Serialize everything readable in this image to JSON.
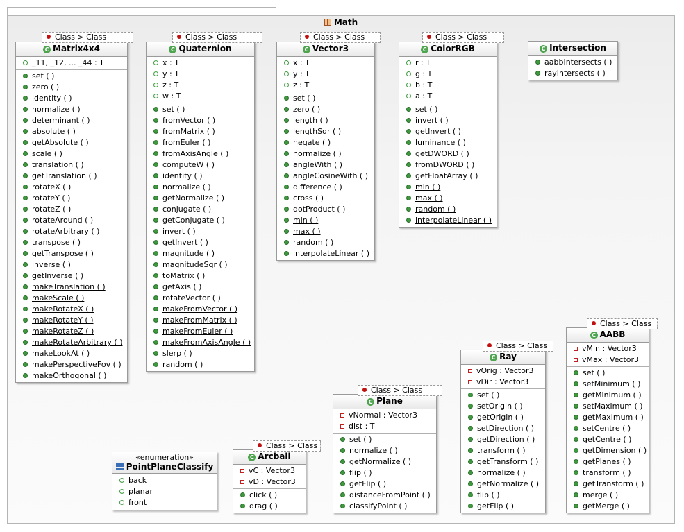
{
  "package": {
    "name": "Math"
  },
  "classes": [
    {
      "id": "matrix4x4",
      "name": "Matrix4x4",
      "stereotype": "Class > Class",
      "attributes": [
        {
          "text": "_11, _12, ... _44 : T",
          "vis": "pkgv"
        }
      ],
      "methods": [
        {
          "text": "set ( )"
        },
        {
          "text": "zero ( )"
        },
        {
          "text": "identity ( )"
        },
        {
          "text": "normalize ( )"
        },
        {
          "text": "determinant ( )"
        },
        {
          "text": "absolute ( )"
        },
        {
          "text": "getAbsolute ( )"
        },
        {
          "text": "scale ( )"
        },
        {
          "text": "translation ( )"
        },
        {
          "text": "getTranslation ( )"
        },
        {
          "text": "rotateX ( )"
        },
        {
          "text": "rotateY ( )"
        },
        {
          "text": "rotateZ ( )"
        },
        {
          "text": "rotateAround ( )"
        },
        {
          "text": "rotateArbitrary ( )"
        },
        {
          "text": "transpose ( )"
        },
        {
          "text": "getTranspose ( )"
        },
        {
          "text": "inverse ( )"
        },
        {
          "text": "getInverse ( )"
        },
        {
          "text": "makeTranslation ( )",
          "u": true
        },
        {
          "text": "makeScale ( )",
          "u": true
        },
        {
          "text": "makeRotateX ( )",
          "u": true
        },
        {
          "text": "makeRotateY ( )",
          "u": true
        },
        {
          "text": "makeRotateZ ( )",
          "u": true
        },
        {
          "text": "makeRotateArbitrary ( )",
          "u": true
        },
        {
          "text": "makeLookAt ( )",
          "u": true
        },
        {
          "text": "makePerspectiveFov ( )",
          "u": true
        },
        {
          "text": "makeOrthogonal ( )",
          "u": true
        }
      ]
    },
    {
      "id": "quaternion",
      "name": "Quaternion",
      "stereotype": "Class > Class",
      "attributes": [
        {
          "text": "x : T",
          "vis": "pkgv"
        },
        {
          "text": "y : T",
          "vis": "pkgv"
        },
        {
          "text": "z : T",
          "vis": "pkgv"
        },
        {
          "text": "w : T",
          "vis": "pkgv"
        }
      ],
      "methods": [
        {
          "text": "set ( )"
        },
        {
          "text": "fromVector ( )"
        },
        {
          "text": "fromMatrix ( )"
        },
        {
          "text": "fromEuler ( )"
        },
        {
          "text": "fromAxisAngle ( )"
        },
        {
          "text": "computeW ( )"
        },
        {
          "text": "identity ( )"
        },
        {
          "text": "normalize ( )"
        },
        {
          "text": "getNormalize ( )"
        },
        {
          "text": "conjugate ( )"
        },
        {
          "text": "getConjugate ( )"
        },
        {
          "text": "invert ( )"
        },
        {
          "text": "getInvert ( )"
        },
        {
          "text": "magnitude ( )"
        },
        {
          "text": "magnitudeSqr ( )"
        },
        {
          "text": "toMatrix ( )"
        },
        {
          "text": "getAxis ( )"
        },
        {
          "text": "rotateVector ( )"
        },
        {
          "text": "makeFromVector ( )",
          "u": true
        },
        {
          "text": "makeFromMatrix ( )",
          "u": true
        },
        {
          "text": "makeFromEuler ( )",
          "u": true
        },
        {
          "text": "makeFromAxisAngle ( )",
          "u": true
        },
        {
          "text": "slerp ( )",
          "u": true
        },
        {
          "text": "random ( )",
          "u": true
        }
      ]
    },
    {
      "id": "vector3",
      "name": "Vector3",
      "stereotype": "Class > Class",
      "attributes": [
        {
          "text": "x : T",
          "vis": "pkgv"
        },
        {
          "text": "y : T",
          "vis": "pkgv"
        },
        {
          "text": "z : T",
          "vis": "pkgv"
        }
      ],
      "methods": [
        {
          "text": "set ( )"
        },
        {
          "text": "zero ( )"
        },
        {
          "text": "length ( )"
        },
        {
          "text": "lengthSqr ( )"
        },
        {
          "text": "negate ( )"
        },
        {
          "text": "normalize ( )"
        },
        {
          "text": "angleWith ( )"
        },
        {
          "text": "angleCosineWith ( )"
        },
        {
          "text": "difference ( )"
        },
        {
          "text": "cross ( )"
        },
        {
          "text": "dotProduct ( )"
        },
        {
          "text": "min ( )",
          "u": true
        },
        {
          "text": "max ( )",
          "u": true
        },
        {
          "text": "random ( )",
          "u": true
        },
        {
          "text": "interpolateLinear ( )",
          "u": true
        }
      ]
    },
    {
      "id": "colorrgb",
      "name": "ColorRGB",
      "stereotype": "Class > Class",
      "attributes": [
        {
          "text": "r : T",
          "vis": "pkgv"
        },
        {
          "text": "g : T",
          "vis": "pkgv"
        },
        {
          "text": "b : T",
          "vis": "pkgv"
        },
        {
          "text": "a : T",
          "vis": "pkgv"
        }
      ],
      "methods": [
        {
          "text": "set ( )"
        },
        {
          "text": "invert ( )"
        },
        {
          "text": "getInvert ( )"
        },
        {
          "text": "luminance ( )"
        },
        {
          "text": "getDWORD ( )"
        },
        {
          "text": "fromDWORD ( )"
        },
        {
          "text": "getFloatArray ( )"
        },
        {
          "text": "min ( )",
          "u": true
        },
        {
          "text": "max ( )",
          "u": true
        },
        {
          "text": "random ( )",
          "u": true
        },
        {
          "text": "interpolateLinear ( )",
          "u": true
        }
      ]
    },
    {
      "id": "intersection",
      "name": "Intersection",
      "stereotype": "",
      "attributes": [],
      "methods": [
        {
          "text": "aabbIntersects ( )"
        },
        {
          "text": "rayIntersects ( )"
        }
      ]
    },
    {
      "id": "aabb",
      "name": "AABB",
      "stereotype": "Class > Class",
      "attributes": [
        {
          "text": "vMin : Vector3",
          "vis": "priv"
        },
        {
          "text": "vMax : Vector3",
          "vis": "priv"
        }
      ],
      "methods": [
        {
          "text": "set ( )"
        },
        {
          "text": "setMinimum ( )"
        },
        {
          "text": "getMinimum ( )"
        },
        {
          "text": "setMaximum ( )"
        },
        {
          "text": "getMaximum ( )"
        },
        {
          "text": "setCentre ( )"
        },
        {
          "text": "getCentre ( )"
        },
        {
          "text": "getDimension ( )"
        },
        {
          "text": "getPlanes ( )"
        },
        {
          "text": "transform ( )"
        },
        {
          "text": "getTransform ( )"
        },
        {
          "text": "merge ( )"
        },
        {
          "text": "getMerge ( )"
        }
      ]
    },
    {
      "id": "ray",
      "name": "Ray",
      "stereotype": "Class > Class",
      "attributes": [
        {
          "text": "vOrig : Vector3",
          "vis": "priv"
        },
        {
          "text": "vDir : Vector3",
          "vis": "priv"
        }
      ],
      "methods": [
        {
          "text": "set ( )"
        },
        {
          "text": "setOrigin ( )"
        },
        {
          "text": "getOrigin ( )"
        },
        {
          "text": "setDirection ( )"
        },
        {
          "text": "getDirection ( )"
        },
        {
          "text": "transform ( )"
        },
        {
          "text": "getTransform ( )"
        },
        {
          "text": "normalize ( )"
        },
        {
          "text": "getNormalize ( )"
        },
        {
          "text": "flip ( )"
        },
        {
          "text": "getFlip ( )"
        }
      ]
    },
    {
      "id": "plane",
      "name": "Plane",
      "stereotype": "Class > Class",
      "attributes": [
        {
          "text": "vNormal : Vector3",
          "vis": "priv"
        },
        {
          "text": "dist : T",
          "vis": "priv"
        }
      ],
      "methods": [
        {
          "text": "set ( )"
        },
        {
          "text": "normalize ( )"
        },
        {
          "text": "getNormalize ( )"
        },
        {
          "text": "flip ( )"
        },
        {
          "text": "getFlip ( )"
        },
        {
          "text": "distanceFromPoint ( )"
        },
        {
          "text": "classifyPoint ( )"
        }
      ]
    },
    {
      "id": "arcball",
      "name": "Arcball",
      "stereotype": "Class > Class",
      "attributes": [
        {
          "text": "vC : Vector3",
          "vis": "priv"
        },
        {
          "text": "vD : Vector3",
          "vis": "priv"
        }
      ],
      "methods": [
        {
          "text": "click ( )"
        },
        {
          "text": "drag ( )"
        }
      ]
    }
  ],
  "enumeration": {
    "stereotype": "«enumeration»",
    "name": "PointPlaneClassify",
    "literals": [
      "back",
      "planar",
      "front"
    ]
  }
}
